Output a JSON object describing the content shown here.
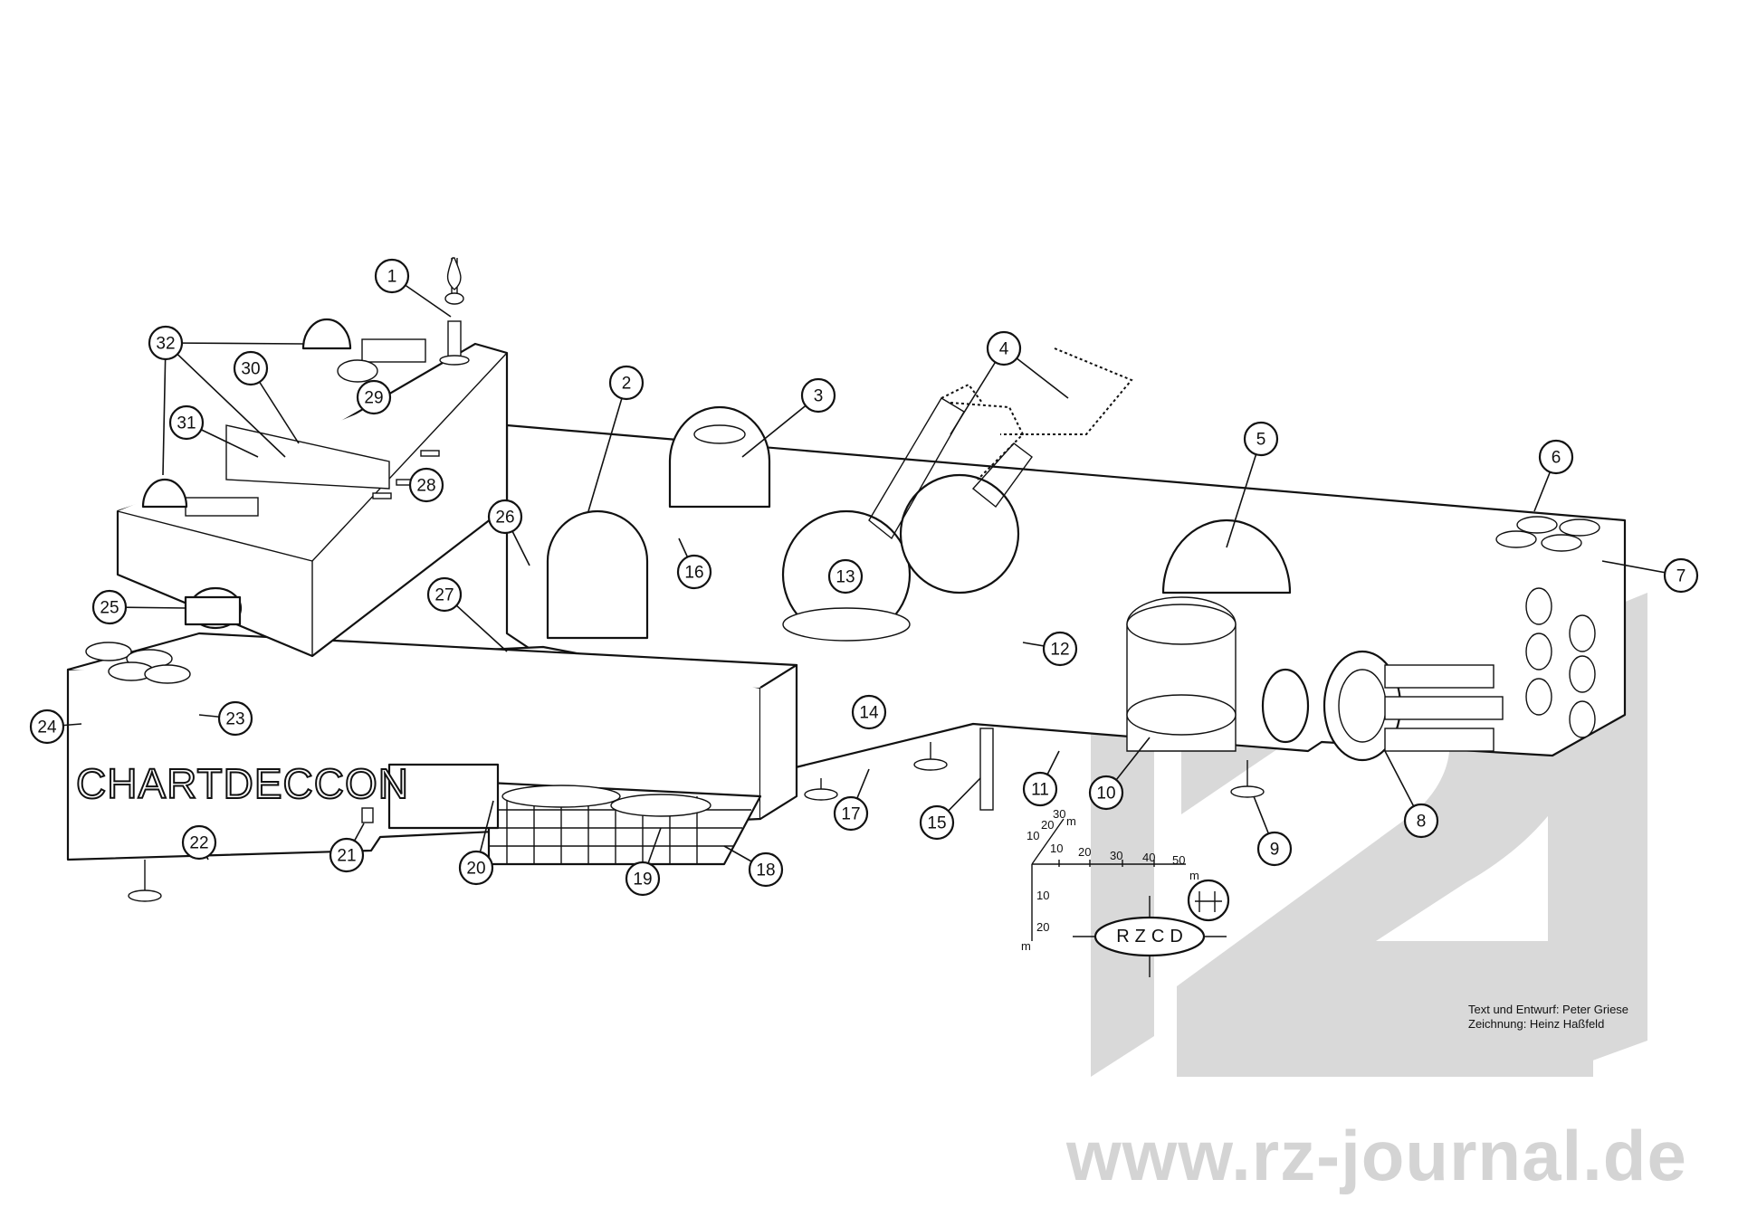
{
  "ship_name": "CHARTDECCON",
  "credits": {
    "text_line": "Text und Entwurf: Peter Griese",
    "drawing_line": "Zeichnung: Heinz Haßfeld"
  },
  "watermark_url": "www.rz-journal.de",
  "badge": "RZCD",
  "scale": {
    "unit": "m",
    "x_ticks": [
      "10",
      "20",
      "30",
      "40",
      "50"
    ],
    "y_ticks": [
      "10",
      "20"
    ],
    "z_ticks": [
      "10",
      "20",
      "30"
    ]
  },
  "callouts": [
    "1",
    "2",
    "3",
    "4",
    "5",
    "6",
    "7",
    "8",
    "9",
    "10",
    "11",
    "12",
    "13",
    "14",
    "15",
    "16",
    "17",
    "18",
    "19",
    "20",
    "21",
    "22",
    "23",
    "24",
    "25",
    "26",
    "27",
    "28",
    "29",
    "30",
    "31",
    "32"
  ]
}
